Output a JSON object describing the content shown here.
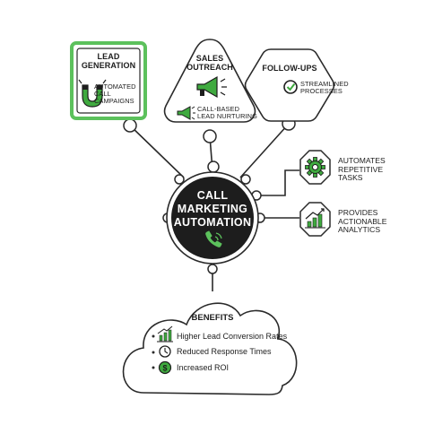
{
  "center": {
    "lines": [
      "CALL",
      "MARKETING",
      "AUTOMATION"
    ],
    "icon": "phone-icon"
  },
  "nodes": {
    "lead_generation": {
      "title": [
        "LEAD",
        "GENERATION"
      ],
      "item": [
        "AUTOMATED CALL",
        "CAMPAIGNS"
      ],
      "icon": "magnet-icon",
      "highlight": "#5cc15c"
    },
    "sales_outreach": {
      "title": [
        "SALES",
        "OUTREACH"
      ],
      "item": [
        "CALL-BASED",
        "LEAD NURTURING"
      ],
      "icon": "megaphone-icon"
    },
    "follow_ups": {
      "title": "FOLLOW-UPS",
      "item": [
        "STREAMLINED",
        "PROCESSES"
      ],
      "icon": "check-circle-icon"
    }
  },
  "side": [
    {
      "text": [
        "AUTOMATES",
        "REPETITIVE",
        "TASKS"
      ],
      "icon": "gear-icon"
    },
    {
      "text": [
        "PROVIDES",
        "ACTIONABLE",
        "ANALYTICS"
      ],
      "icon": "bar-chart-icon"
    }
  ],
  "benefits": {
    "title": "BENEFITS",
    "items": [
      {
        "text": "Higher Lead Conversion Rates",
        "icon": "growth-chart-icon"
      },
      {
        "text": "Reduced Response Times",
        "icon": "clock-icon"
      },
      {
        "text": "Increased ROI",
        "icon": "dollar-icon"
      }
    ]
  },
  "colors": {
    "accent": "#3faa3f",
    "accent_light": "#5cc15c",
    "dark": "#1d1d1d",
    "line": "#2a2a2a"
  }
}
